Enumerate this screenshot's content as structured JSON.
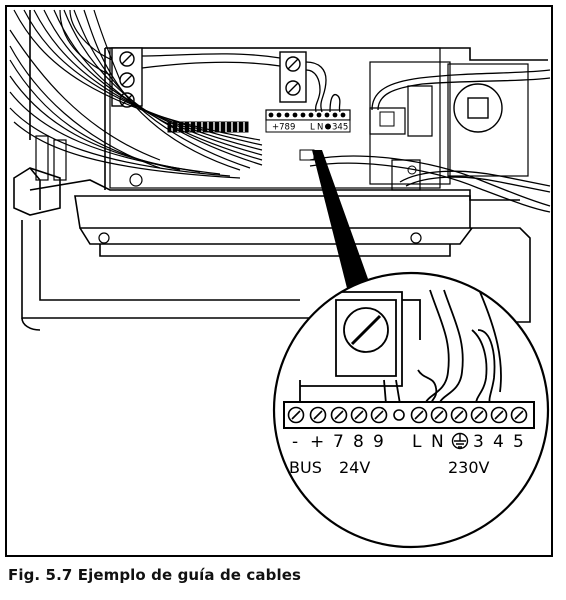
{
  "caption": "Fig. 5.7 Ejemplo de guía de cables",
  "terminal_small": {
    "left_group": "+789",
    "right_group_l": "L",
    "right_group_n": "N",
    "right_group_nums": "345"
  },
  "terminal_zoom": {
    "minus": "-",
    "plus": "+",
    "t7": "7",
    "t8": "8",
    "t9": "9",
    "l": "L",
    "n": "N",
    "t3": "3",
    "t4": "4",
    "t5": "5",
    "bus_label": "BUS",
    "v24_label": "24V",
    "v230_label": "230V"
  }
}
